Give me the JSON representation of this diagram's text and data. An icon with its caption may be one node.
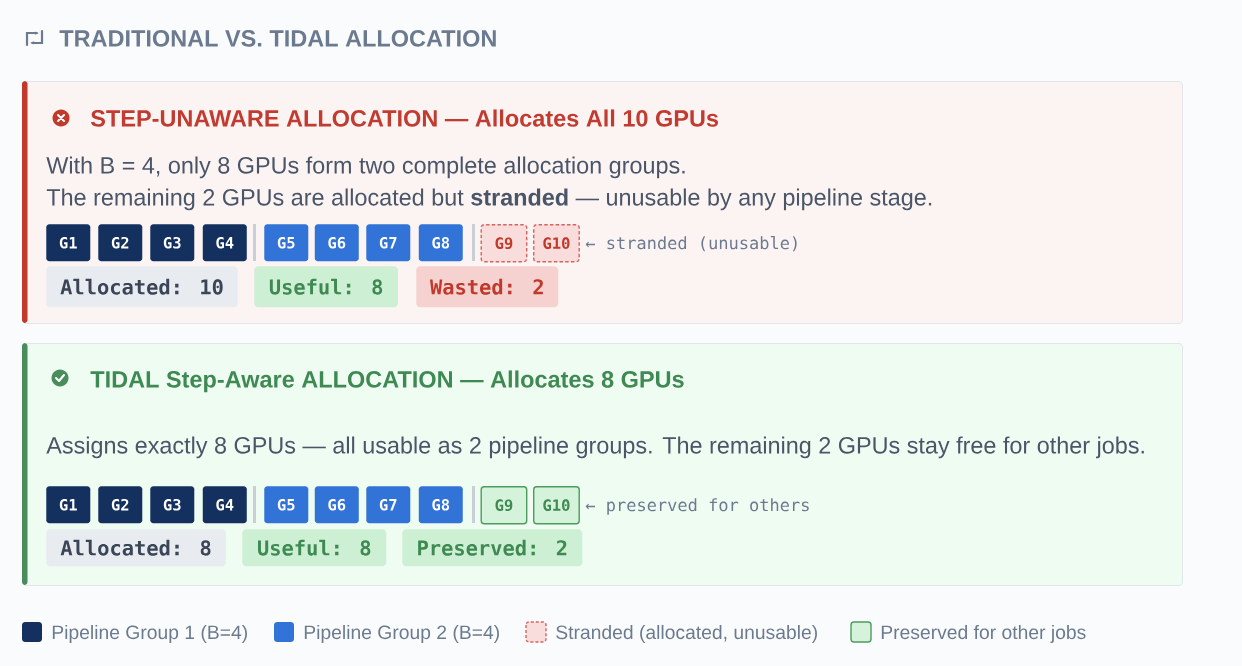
{
  "diagram": {
    "title": "TRADITIONAL VS. TIDAL ALLOCATION",
    "nodes": [
      {
        "text": [
          "STEP-UNAWARE ALLOCATION — Allocates All 10 GPUs",
          "With B = 4, only 8 GPUs form two complete allocation groups.",
          "The remaining 2 GPUs are allocated but **stranded** — unusable by any pipeline stage."
        ]
      },
      {
        "text": [
          "G1"
        ],
        "in": 0
      },
      {
        "text": [
          "G2"
        ],
        "in": 0
      },
      {
        "text": [
          "G3"
        ],
        "in": 0
      },
      {
        "text": [
          "G4"
        ],
        "in": 0
      },
      {
        "text": [
          "G5"
        ],
        "in": 0
      },
      {
        "text": [
          "G6"
        ],
        "in": 0
      },
      {
        "text": [
          "G7"
        ],
        "in": 0
      },
      {
        "text": [
          "G8"
        ],
        "in": 0
      },
      {
        "text": [
          "G9"
        ],
        "in": 0
      },
      {
        "text": [
          "G10"
        ],
        "in": 0
      },
      {
        "text": [
          "Allocated: 10"
        ],
        "in": 0
      },
      {
        "text": [
          "Useful: 8"
        ],
        "in": 0
      },
      {
        "text": [
          "Wasted: 2"
        ],
        "in": 0
      },
      {
        "text": [
          "TIDAL Step-Aware ALLOCATION — Allocates 8 GPUs",
          "Assigns exactly 8 GPUs — all usable as 2 pipeline groups. The remaining 2 GPUs stay free for other jobs."
        ]
      },
      {
        "text": [
          "G1"
        ],
        "in": 14
      },
      {
        "text": [
          "G2"
        ],
        "in": 14
      },
      {
        "text": [
          "G3"
        ],
        "in": 14
      },
      {
        "text": [
          "G4"
        ],
        "in": 14
      },
      {
        "text": [
          "G5"
        ],
        "in": 14
      },
      {
        "text": [
          "G6"
        ],
        "in": 14
      },
      {
        "text": [
          "G7"
        ],
        "in": 14
      },
      {
        "text": [
          "G8"
        ],
        "in": 14
      },
      {
        "text": [
          "G9"
        ],
        "in": 14
      },
      {
        "text": [
          "G10"
        ],
        "in": 14
      },
      {
        "text": [
          "Allocated: 8"
        ],
        "in": 14
      },
      {
        "text": [
          "Useful: 8"
        ],
        "in": 14
      },
      {
        "text": [
          "Preserved: 2"
        ],
        "in": 14
      }
    ],
    "labels": [
      "← stranded (unusable)",
      "← preserved for others"
    ],
    "legend": [
      {
        "text": "Pipeline Group 1 (B=4)",
        "color": "#14305f"
      },
      {
        "text": "Pipeline Group 2 (B=4)",
        "color": "#3273d8"
      },
      {
        "text": "Stranded (allocated, unusable)"
      },
      {
        "text": "Preserved for other jobs",
        "color": "#d4f3da"
      }
    ]
  }
}
